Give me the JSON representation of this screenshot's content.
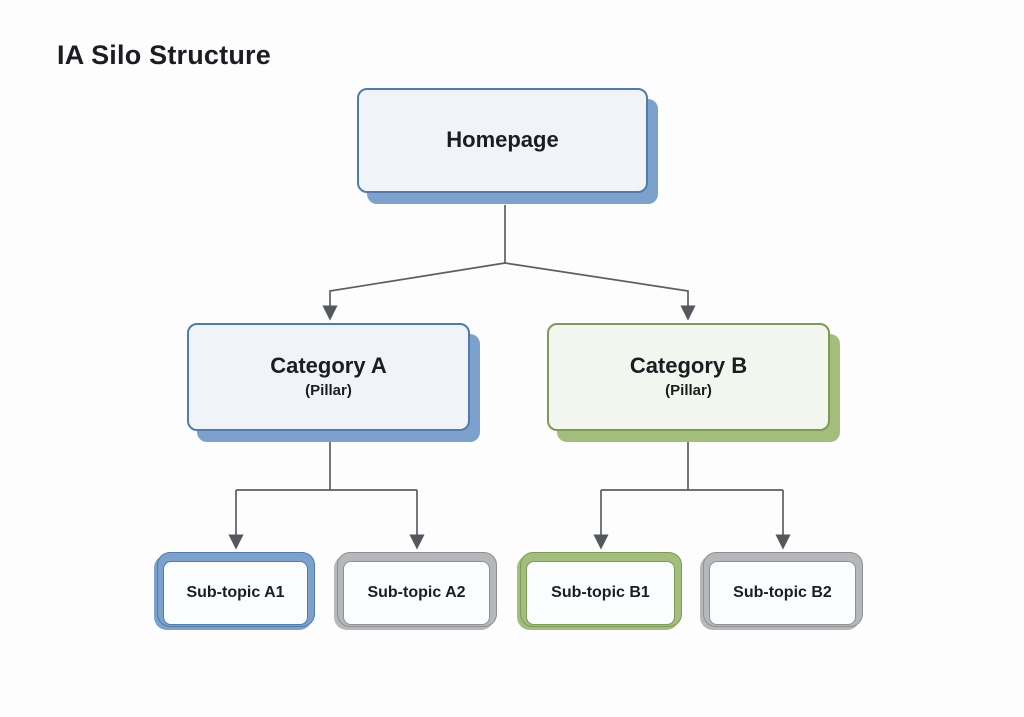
{
  "title": "IA Silo Structure",
  "colors": {
    "canvas_bg": "#fdfdfd",
    "text": "#1b1d20",
    "line": "#5b5f63",
    "arrowhead": "#54585c",
    "blue_border": "#4f7cab",
    "blue_shadow": "#7ba1cc",
    "blue_fill": "#f0f4f8",
    "green_border": "#7d9b55",
    "green_shadow": "#a2bd7c",
    "green_fill": "#f3f6ee",
    "gray_border": "#8f9093",
    "gray_frame": "#b6b7ba",
    "subtopic_fill": "#fafcfd"
  },
  "nodes": {
    "homepage": {
      "label": "Homepage"
    },
    "category_a": {
      "label": "Category A",
      "sublabel": "(Pillar)"
    },
    "category_b": {
      "label": "Category B",
      "sublabel": "(Pillar)"
    },
    "subtopic_a1": {
      "label": "Sub-topic A1"
    },
    "subtopic_a2": {
      "label": "Sub-topic A2"
    },
    "subtopic_b1": {
      "label": "Sub-topic B1"
    },
    "subtopic_b2": {
      "label": "Sub-topic B2"
    }
  }
}
